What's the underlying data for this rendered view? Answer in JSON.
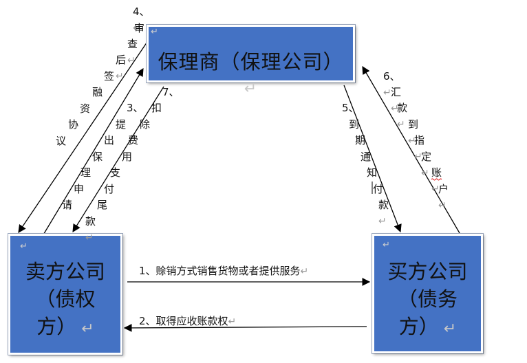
{
  "boxes": {
    "factor": "保理商（保理公司）",
    "seller_lines": [
      "卖方公司",
      "（债权",
      "方）"
    ],
    "buyer_lines": [
      "买方公司",
      "（债务",
      "方）"
    ]
  },
  "steps": {
    "s1": "1、赊销方式销售货物或者提供服务",
    "s2": "2、取得应收账款权",
    "s3": [
      "3、",
      "提",
      "出",
      "保",
      "理",
      "申",
      "请"
    ],
    "s4": [
      "4、",
      "审",
      "查",
      "后",
      "签",
      "融",
      "资",
      "协",
      "议"
    ],
    "s5": [
      "5、",
      "到",
      "期",
      "通",
      "知",
      "付",
      "款"
    ],
    "s6": [
      "6、",
      "汇",
      "款",
      "到",
      "指",
      "定",
      "账",
      "户"
    ],
    "s7": [
      "7、",
      "扣",
      "除",
      "费",
      "用",
      "支",
      "付",
      "尾",
      "款"
    ]
  },
  "colors": {
    "box_fill": "#4472c4",
    "arrow": "#000000"
  }
}
